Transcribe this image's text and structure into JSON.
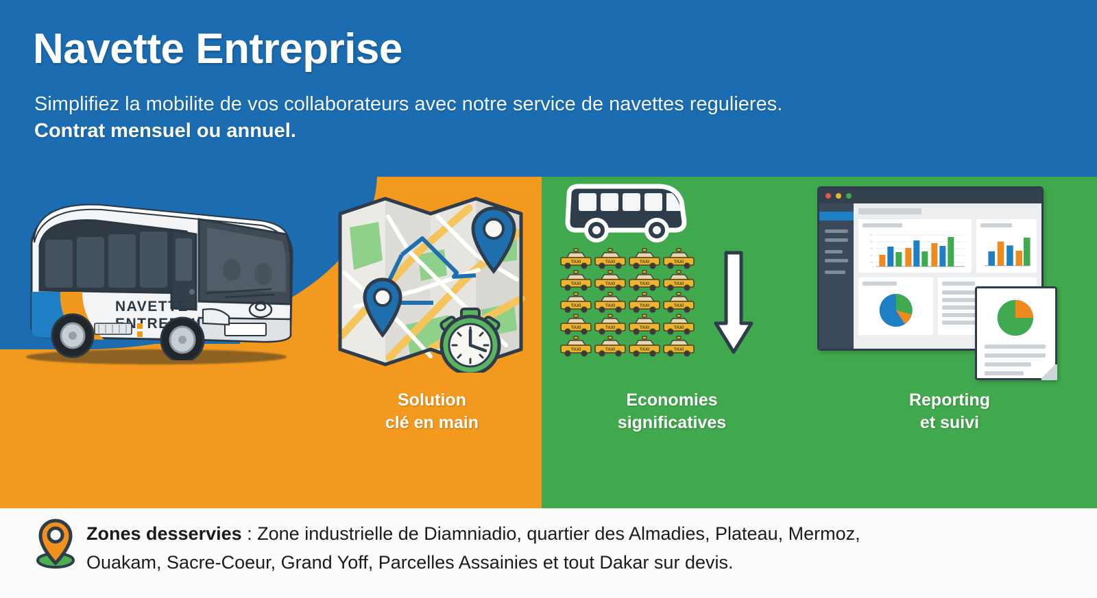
{
  "header": {
    "title": "Navette Entreprise",
    "subtitle_line1": "Simplifiez la mobilite de vos collaborateurs avec notre service de navettes regulieres.",
    "subtitle_line2": "Contrat mensuel ou annuel."
  },
  "bus_livery": {
    "line1": "NAVETTE",
    "line2": "ENTREPRISE"
  },
  "features": [
    {
      "id": "solution",
      "line1": "Solution",
      "line2": "clé en main",
      "panel": "orange"
    },
    {
      "id": "economies",
      "line1": "Economies",
      "line2": "significatives",
      "panel": "green"
    },
    {
      "id": "reporting",
      "line1": "Reporting",
      "line2": "et suivi",
      "panel": "green"
    }
  ],
  "economies": {
    "taxi_label": "TAXI",
    "taxi_rows": 5,
    "taxi_cols": 4,
    "taxi_count": 20
  },
  "footer": {
    "label": "Zones desservies",
    "separator": " : ",
    "zones_line1": "Zone industrielle de Diamniadio, quartier des Almadies, Plateau, Mermoz,",
    "zones_line2": "Ouakam, Sacre-Coeur, Grand Yoff, Parcelles Assainies et tout Dakar sur devis."
  },
  "colors": {
    "header_blue": "#1b6cb0",
    "panel_orange": "#f3991e",
    "panel_green": "#41a94d",
    "footer_bg": "#fbfbfa",
    "ink": "#2e3c4c",
    "chart_blue": "#1f7fc4",
    "chart_orange": "#f08a1e",
    "chart_green": "#3faa4f"
  },
  "chart_data": [
    {
      "type": "bar",
      "title": "",
      "id": "dashboard-main-bar-chart",
      "categories": [
        "1",
        "2",
        "3",
        "4",
        "5",
        "6",
        "7",
        "8",
        "9"
      ],
      "series": [
        {
          "name": "orange",
          "values": [
            30,
            0,
            0,
            48,
            0,
            0,
            62,
            0,
            0
          ]
        },
        {
          "name": "blue",
          "values": [
            0,
            52,
            0,
            0,
            72,
            0,
            0,
            55,
            0
          ]
        },
        {
          "name": "green",
          "values": [
            0,
            0,
            38,
            0,
            0,
            40,
            0,
            0,
            80
          ]
        }
      ],
      "ylim": [
        0,
        100
      ],
      "grid": true,
      "ylabel": "",
      "xlabel": ""
    },
    {
      "type": "bar",
      "id": "dashboard-small-bar-chart",
      "categories": [
        "1",
        "2",
        "3",
        "4",
        "5"
      ],
      "values": [
        42,
        74,
        62,
        46,
        86
      ],
      "colors": [
        "#1f7fc4",
        "#f08a1e",
        "#1f7fc4",
        "#f08a1e",
        "#3faa4f"
      ],
      "ylim": [
        0,
        100
      ],
      "grid": false
    },
    {
      "type": "pie",
      "id": "dashboard-pie-chart",
      "labels": [
        "blue",
        "green",
        "orange"
      ],
      "values": [
        58,
        27,
        15
      ]
    },
    {
      "type": "pie",
      "id": "document-pie-chart",
      "labels": [
        "green",
        "orange"
      ],
      "values": [
        72,
        28
      ]
    }
  ]
}
